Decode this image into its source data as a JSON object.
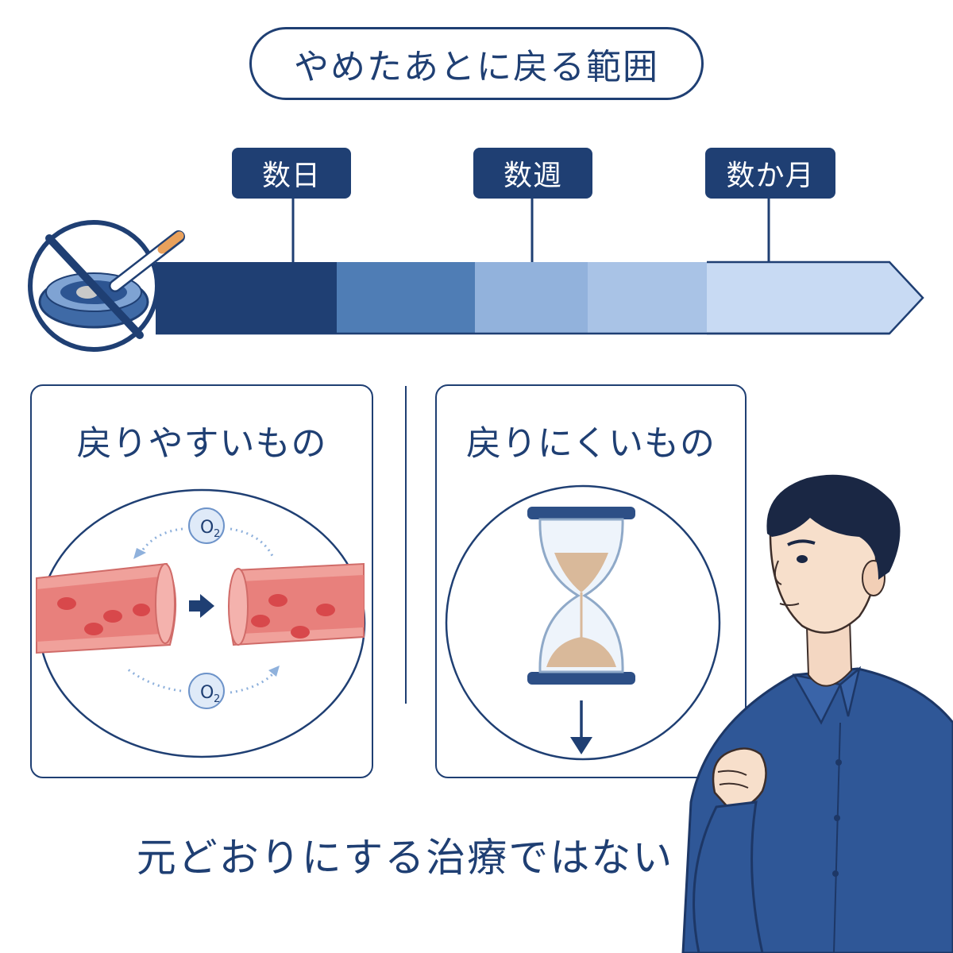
{
  "title": "やめたあとに戻る範囲",
  "timeline": {
    "markers": [
      "数日",
      "数週",
      "数か月"
    ]
  },
  "left_panel": {
    "title": "戻りやすいもの",
    "oxygen_top": "O",
    "oxygen_top_sub": "2",
    "oxygen_bottom": "O",
    "oxygen_bottom_sub": "2"
  },
  "right_panel": {
    "title": "戻りにくいもの"
  },
  "caption": "元どおりにする治療ではない",
  "colors": {
    "navy": "#1f3f73",
    "seg1": "#1f3f73",
    "seg2": "#4f7db5",
    "seg3": "#92b2dc",
    "seg4": "#a9c3e6",
    "seg5": "#c8daf3",
    "vessel": "#e88b86",
    "cell": "#d8484b",
    "sand": "#d9b99a"
  },
  "icons": [
    "no-smoking-icon",
    "ashtray-icon",
    "cigarette-icon",
    "blood-vessel-icon",
    "hourglass-icon",
    "arrow-right-icon",
    "arrow-down-icon",
    "oxygen-icon",
    "person-illustration"
  ]
}
